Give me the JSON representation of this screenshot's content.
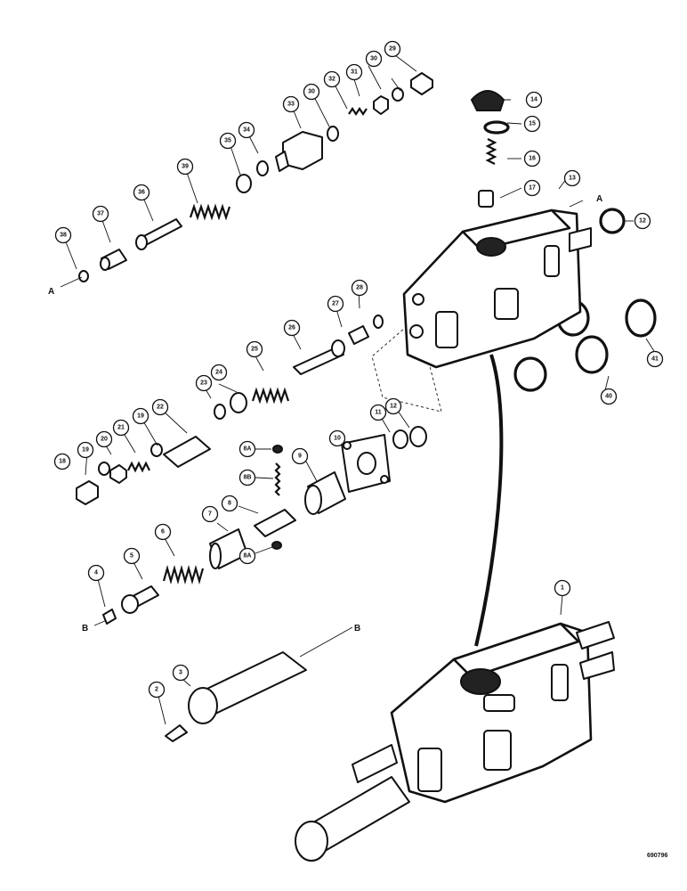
{
  "drawing_code": "690796",
  "reference_letters": {
    "a": "A",
    "b": "B"
  },
  "callouts": [
    {
      "id": "c1",
      "label": "1"
    },
    {
      "id": "c2",
      "label": "2"
    },
    {
      "id": "c3",
      "label": "3"
    },
    {
      "id": "c4",
      "label": "4"
    },
    {
      "id": "c5",
      "label": "5"
    },
    {
      "id": "c6",
      "label": "6"
    },
    {
      "id": "c7",
      "label": "7"
    },
    {
      "id": "c8",
      "label": "8"
    },
    {
      "id": "c8a1",
      "label": "8A"
    },
    {
      "id": "c8b",
      "label": "8B"
    },
    {
      "id": "c8a2",
      "label": "8A"
    },
    {
      "id": "c9",
      "label": "9"
    },
    {
      "id": "c10",
      "label": "10"
    },
    {
      "id": "c11",
      "label": "11"
    },
    {
      "id": "c12a",
      "label": "12"
    },
    {
      "id": "c12b",
      "label": "12"
    },
    {
      "id": "c13",
      "label": "13"
    },
    {
      "id": "c14",
      "label": "14"
    },
    {
      "id": "c15",
      "label": "15"
    },
    {
      "id": "c16",
      "label": "16"
    },
    {
      "id": "c17",
      "label": "17"
    },
    {
      "id": "c18",
      "label": "18"
    },
    {
      "id": "c19a",
      "label": "19"
    },
    {
      "id": "c20",
      "label": "20"
    },
    {
      "id": "c21",
      "label": "21"
    },
    {
      "id": "c19b",
      "label": "19"
    },
    {
      "id": "c22",
      "label": "22"
    },
    {
      "id": "c23",
      "label": "23"
    },
    {
      "id": "c24",
      "label": "24"
    },
    {
      "id": "c25",
      "label": "25"
    },
    {
      "id": "c26",
      "label": "26"
    },
    {
      "id": "c27",
      "label": "27"
    },
    {
      "id": "c28",
      "label": "28"
    },
    {
      "id": "c29",
      "label": "29"
    },
    {
      "id": "c30a",
      "label": "30"
    },
    {
      "id": "c31",
      "label": "31"
    },
    {
      "id": "c32",
      "label": "32"
    },
    {
      "id": "c30b",
      "label": "30"
    },
    {
      "id": "c33",
      "label": "33"
    },
    {
      "id": "c34",
      "label": "34"
    },
    {
      "id": "c35",
      "label": "35"
    },
    {
      "id": "c39",
      "label": "39"
    },
    {
      "id": "c36",
      "label": "36"
    },
    {
      "id": "c37",
      "label": "37"
    },
    {
      "id": "c38",
      "label": "38"
    },
    {
      "id": "c40",
      "label": "40"
    },
    {
      "id": "c41",
      "label": "41"
    }
  ]
}
